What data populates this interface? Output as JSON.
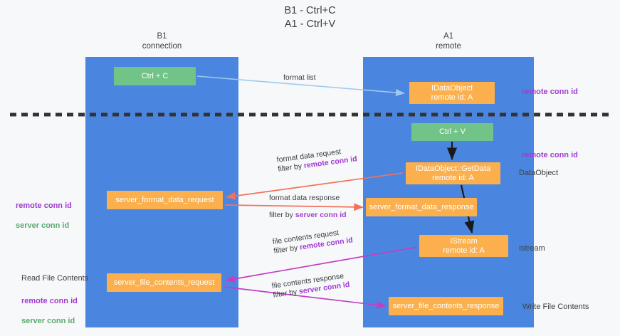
{
  "title": "B1 - Ctrl+C\nA1 - Ctrl+V",
  "colors": {
    "lane": "#4a86e0",
    "green_box": "#72c387",
    "orange_box": "#fbb04d",
    "purple_text": "#a03bd4",
    "green_text": "#5aa96f",
    "divider": "#333333",
    "arrow_blue": "#9ec9ef",
    "arrow_red": "#f4705a",
    "arrow_magenta": "#c23fc2",
    "arrow_black": "#1a1a1a",
    "background": "#f7f8f9"
  },
  "columns": {
    "left": {
      "name": "B1",
      "role": "connection",
      "heading": "B1\nconnection"
    },
    "right": {
      "name": "A1",
      "role": "remote",
      "heading": "A1\nremote"
    }
  },
  "boxes": {
    "ctrl_c": "Ctrl + C",
    "idataobject": "IDataObject\nremote id: A",
    "ctrl_v": "Ctrl + V",
    "getdata": "IDataObject::GetData\nremote id: A",
    "server_format_data_request": "server_format_data_request",
    "server_format_data_response": "server_format_data_response",
    "istream": "IStream\nremote id: A",
    "server_file_contents_request": "server_file_contents_request",
    "server_file_contents_response": "server_file_contents_response"
  },
  "flows": {
    "format_list": {
      "line1": "format list",
      "line2": "",
      "filter": ""
    },
    "format_data_request": {
      "line1": "format data request",
      "prefix": "filter by ",
      "filter": "remote conn id"
    },
    "format_data_response": {
      "line1": "format data response",
      "prefix": "filter by ",
      "filter": "server conn id"
    },
    "file_contents_request": {
      "line1": "file contents request",
      "prefix": "filter by ",
      "filter": "remote conn id"
    },
    "file_contents_response": {
      "line1": "file contents response",
      "prefix": "filter by ",
      "filter": "server conn id"
    }
  },
  "right_labels": {
    "remote_conn_id_top": "remote conn id",
    "remote_conn_id_mid": "remote conn id",
    "dataobject": "DataObject",
    "istream": "Istream",
    "write_file_contents": "Write File Contents"
  },
  "left_labels": {
    "remote_conn_id_1": "remote conn id",
    "server_conn_id_1": "server conn id",
    "read_file_contents": "Read File Contents",
    "remote_conn_id_2": "remote conn id",
    "server_conn_id_2": "server conn id"
  }
}
